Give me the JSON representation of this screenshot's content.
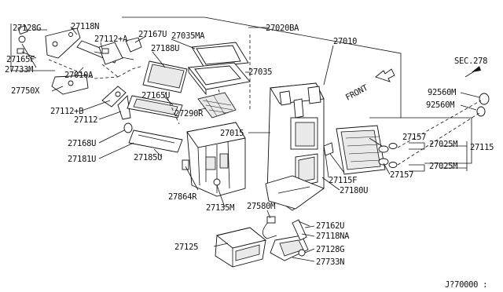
{
  "diagram": {
    "labels": {
      "p27128G_top": "27128G",
      "p27118N": "27118N",
      "p27165F": "27165F",
      "p27733M": "27733M",
      "p27112A": "27112+A",
      "p27167U": "27167U",
      "p27035MA": "27035MA",
      "p27020BA": "27020BA",
      "p27010": "27010",
      "p27010A": "27010A",
      "p27188U": "27188U",
      "p27035": "27035",
      "p27750X": "27750X",
      "p27112B": "27112+B",
      "p27112": "27112",
      "p27165U": "27165U",
      "p27290R": "27290R",
      "p27168U": "27168U",
      "p27181U": "27181U",
      "p27185U": "27185U",
      "p27015": "27015",
      "p27864R": "27864R",
      "p27135M": "27135M",
      "p27580M": "27580M",
      "p27162U": "27162U",
      "p27118NA": "27118NA",
      "p27125": "27125",
      "p27128G_bot": "27128G",
      "p27733N": "27733N",
      "sec278": "SEC.278",
      "p92560M_a": "92560M",
      "p92560M_b": "92560M",
      "p27157_a": "27157",
      "p27157_b": "27157",
      "p27025M_a": "27025M",
      "p27025M_b": "27025M",
      "p27115": "27115",
      "p27115F": "27115F",
      "p27180U": "27180U",
      "front": "FRONT",
      "code": "J?70000 :"
    }
  }
}
